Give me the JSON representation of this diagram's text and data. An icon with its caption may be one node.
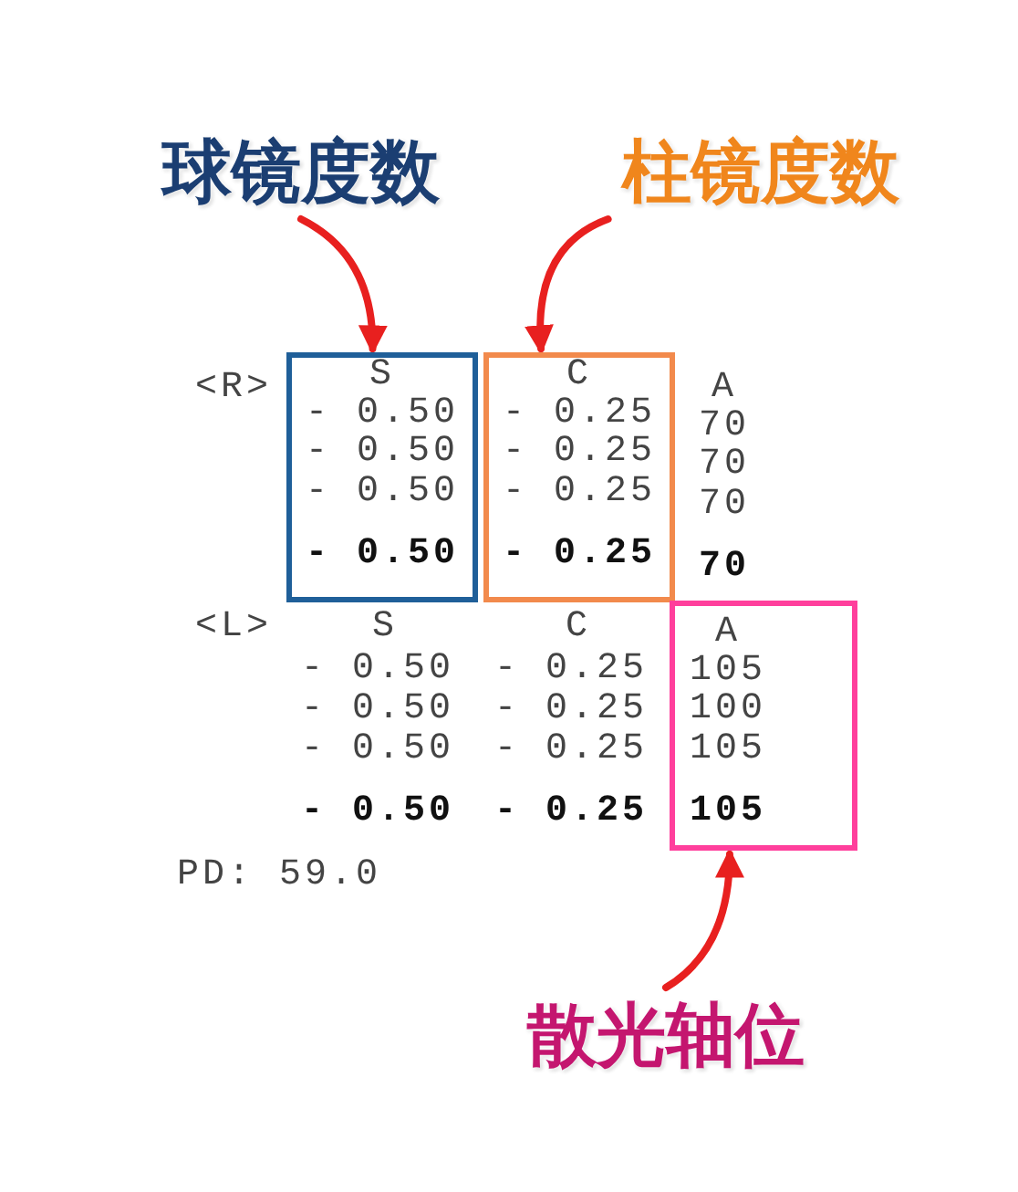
{
  "diagram": {
    "nodes": [
      {
        "text": [
          "球镜度数"
        ]
      },
      {
        "text": [
          "柱镜度数"
        ]
      },
      {
        "text": [
          "S",
          "- 0.50",
          "- 0.50",
          "- 0.50",
          "- 0.50"
        ]
      },
      {
        "text": [
          "C",
          "- 0.25",
          "- 0.25",
          "- 0.25",
          "- 0.25"
        ]
      },
      {
        "text": [
          "散光轴位"
        ]
      },
      {
        "text": [
          "A",
          "105",
          "100",
          "105",
          "105"
        ]
      }
    ],
    "edges": [
      {
        "from": 0,
        "to": 2,
        "arrow": "to"
      },
      {
        "from": 1,
        "to": 3,
        "arrow": "to"
      },
      {
        "from": 4,
        "to": 5,
        "arrow": "to"
      }
    ],
    "labels": [
      "<R>",
      "A",
      "70",
      "70",
      "70",
      "70",
      "<L>",
      "S",
      "C",
      "- 0.50",
      "- 0.25",
      "- 0.50",
      "- 0.25",
      "- 0.50",
      "- 0.25",
      "- 0.50",
      "- 0.25",
      "PD: 59.0"
    ]
  }
}
